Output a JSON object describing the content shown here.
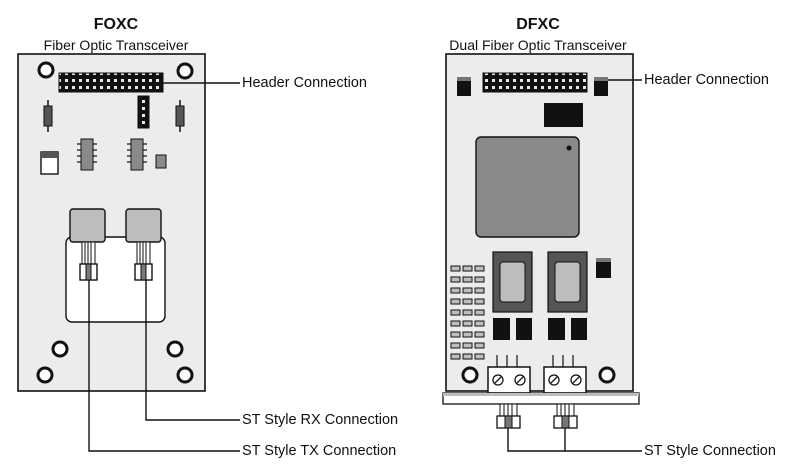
{
  "foxc": {
    "title": "FOXC",
    "subtitle": "Fiber Optic Transceiver",
    "labels": {
      "header": "Header Connection",
      "rx": "ST Style RX Connection",
      "tx": "ST Style TX Connection"
    }
  },
  "dfxc": {
    "title": "DFXC",
    "subtitle": "Dual Fiber Optic Transceiver",
    "labels": {
      "header": "Header Connection",
      "st": "ST Style Connection"
    }
  },
  "colors": {
    "board": "#ececec",
    "outline": "#111111",
    "chip": "#333333",
    "chip_light": "#8a8a8a",
    "connector": "#bdbdbd"
  }
}
